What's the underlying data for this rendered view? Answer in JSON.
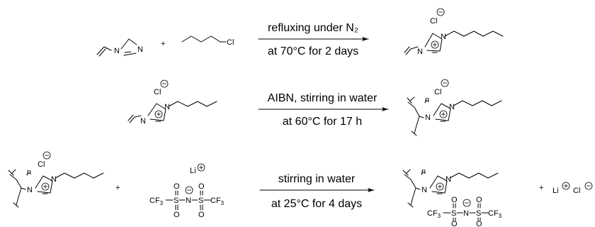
{
  "reactions": [
    {
      "reagent1": {
        "n1": "N",
        "n3": "N"
      },
      "plus": "+",
      "reagent2": {
        "cl": "Cl"
      },
      "conditions": {
        "above": "refluxing under N₂",
        "below": "at 70°C for 2 days"
      },
      "product": {
        "anion": "Cl",
        "n1": "N",
        "n3": "N"
      }
    },
    {
      "reagent1": {
        "anion": "Cl",
        "n1": "N",
        "n3": "N"
      },
      "conditions": {
        "above": "AIBN, stirring in water",
        "below": "at 60°C for 17 h"
      },
      "product": {
        "anion": "Cl",
        "n1": "N",
        "n3": "N",
        "subscript": "n"
      }
    },
    {
      "reagent1": {
        "anion": "Cl",
        "n1": "N",
        "n3": "N",
        "subscript": "n"
      },
      "plus": "+",
      "reagent2": {
        "cation": "Li",
        "cf3_left": "CF",
        "cf3_right": "CF",
        "three": "3",
        "s": "S",
        "o": "O",
        "n": "N"
      },
      "conditions": {
        "above": "stirring in water",
        "below": "at 25°C for 4 days"
      },
      "product": {
        "n1": "N",
        "n3": "N",
        "subscript": "n",
        "cf3_left": "CF",
        "cf3_right": "CF",
        "three": "3",
        "s": "S",
        "o": "O",
        "n": "N"
      },
      "plus2": "+",
      "byproduct": {
        "cation": "Li",
        "anion": "Cl"
      }
    }
  ]
}
